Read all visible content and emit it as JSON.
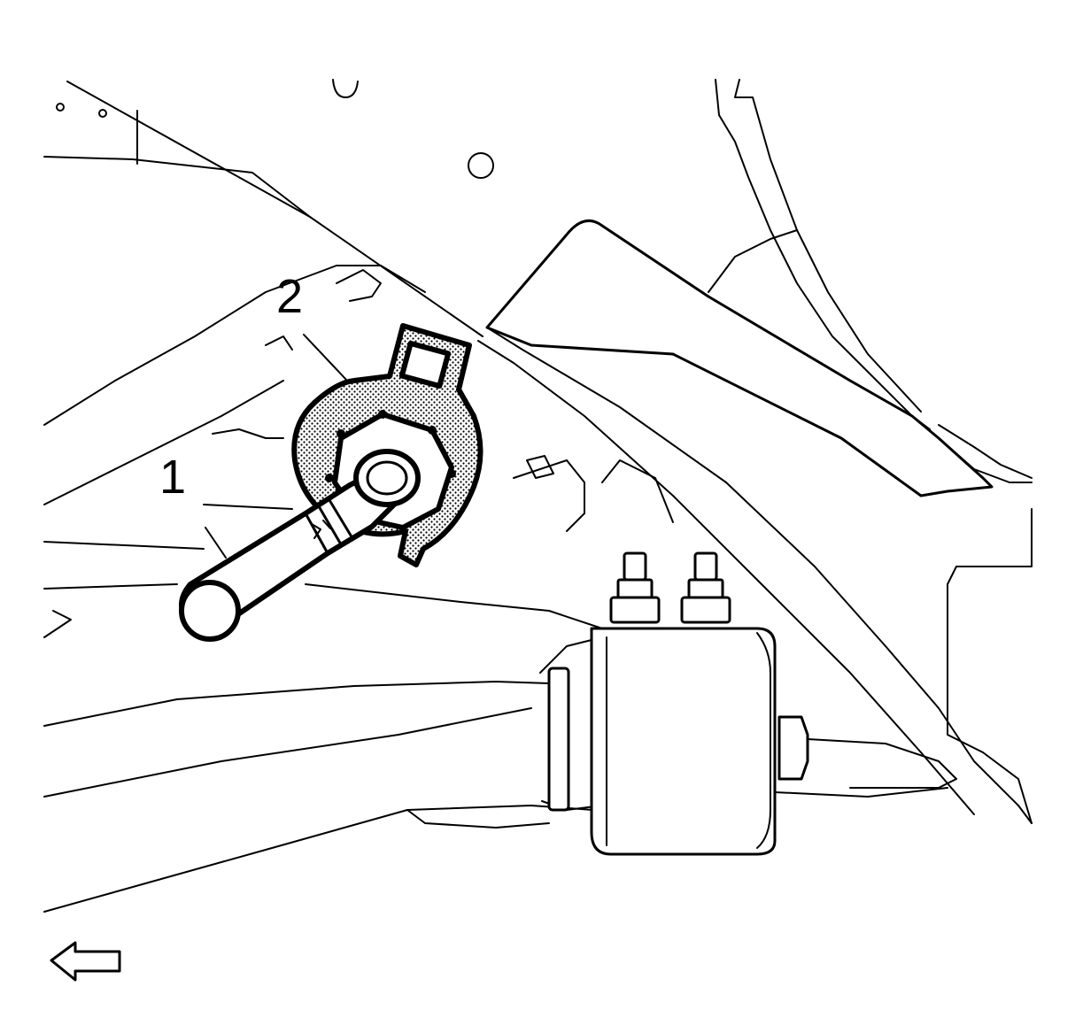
{
  "diagram": {
    "callouts": [
      {
        "id": "1",
        "label": "1"
      },
      {
        "id": "2",
        "label": "2"
      }
    ],
    "direction_arrow": {
      "icon": "left-arrow-icon",
      "direction": "left"
    },
    "colors": {
      "line": "#000000",
      "background": "#ffffff",
      "stipple": "#000000"
    }
  }
}
